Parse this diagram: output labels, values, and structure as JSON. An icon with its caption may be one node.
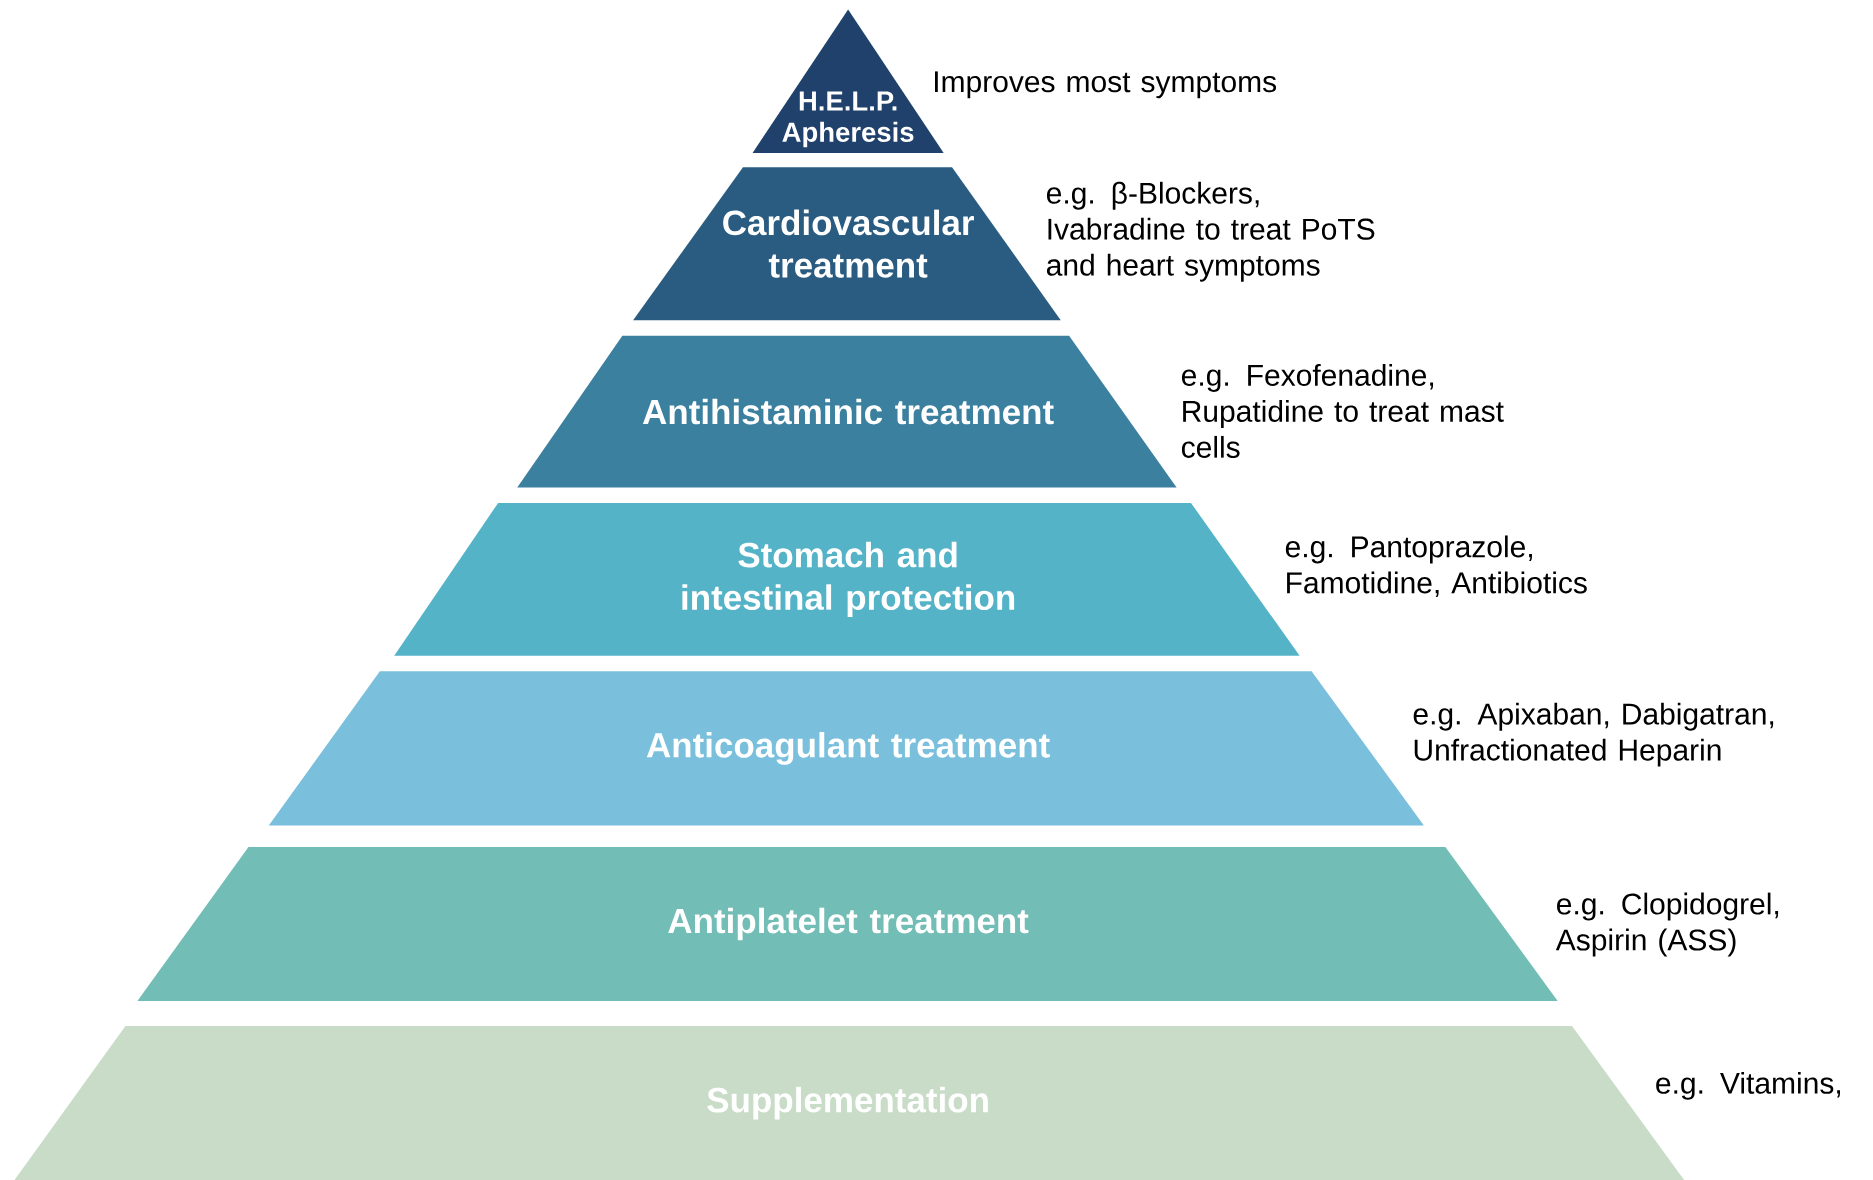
{
  "diagram": {
    "nodes": [
      {
        "text": [
          "H.E.L.P. Apheresis"
        ],
        "beside": [
          "Improves most symptoms"
        ]
      },
      {
        "text": [
          "Cardiovascular treatment"
        ],
        "beside": [
          "e.g. β-Blockers, Ivabradine to treat PoTS and heart symptoms"
        ]
      },
      {
        "text": [
          "Antihistaminic treatment"
        ],
        "beside": [
          "e.g. Fexofenadine, Rupatidine to treat mast cells"
        ]
      },
      {
        "text": [
          "Stomach and intestinal protection"
        ],
        "beside": [
          "e.g. Pantoprazole, Famotidine, Antibiotics"
        ]
      },
      {
        "text": [
          "Anticoagulant treatment"
        ],
        "beside": [
          "e.g. Apixaban, Dabigatran, Unfractionated Heparin"
        ]
      },
      {
        "text": [
          "Antiplatelet treatment"
        ],
        "beside": [
          "e.g. Clopidogrel, Aspirin (ASS)"
        ]
      },
      {
        "text": [
          "Supplementation"
        ],
        "beside": [
          "e.g. Vitamins,"
        ]
      }
    ]
  }
}
